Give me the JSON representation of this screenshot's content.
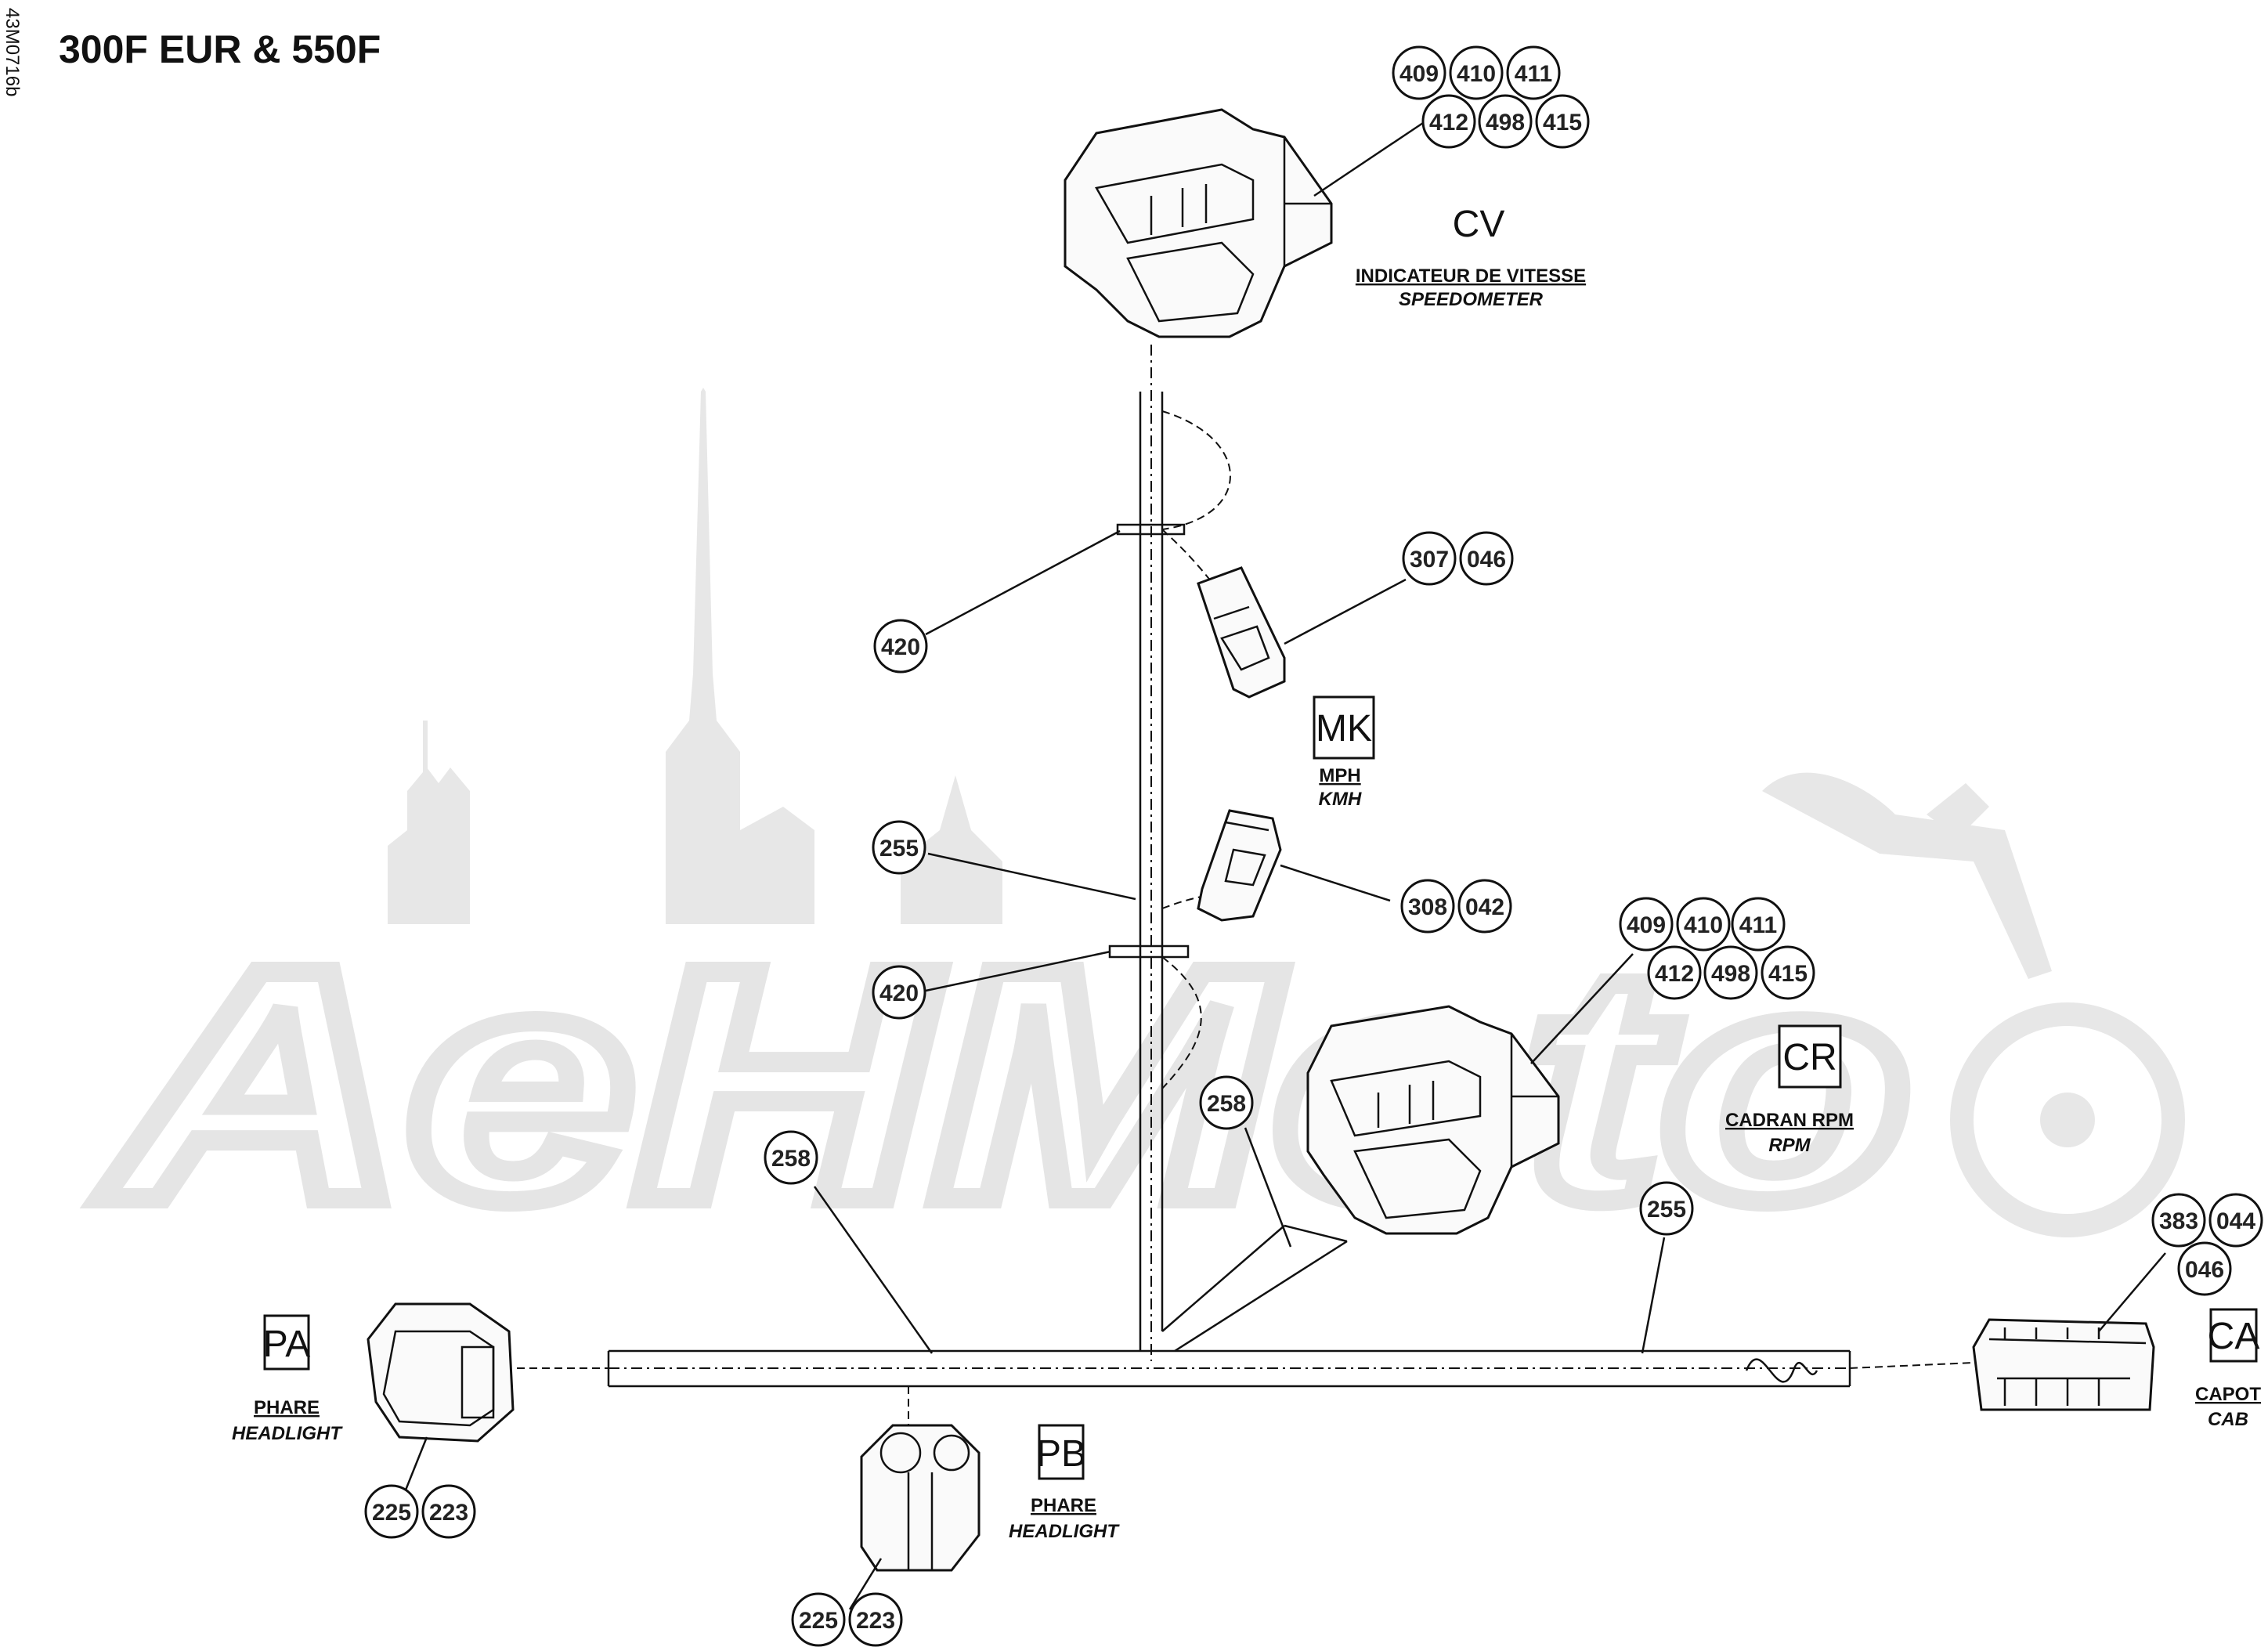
{
  "title": "300F EUR & 550F",
  "doc_id": "43M0716b",
  "watermark": "AeHMoto",
  "components": {
    "cv": {
      "code": "CV",
      "label_fr": "INDICATEUR DE VITESSE",
      "label_en": "SPEEDOMETER",
      "refs_row1": [
        "409",
        "410",
        "411"
      ],
      "refs_row2": [
        "412",
        "498",
        "415"
      ]
    },
    "mk": {
      "code": "MK",
      "label_fr": "MPH",
      "label_en": "KMH",
      "refs_a": [
        "307",
        "046"
      ],
      "refs_b": [
        "308",
        "042"
      ]
    },
    "cr": {
      "code": "CR",
      "label_fr": "CADRAN RPM",
      "label_en": "RPM",
      "refs_row1": [
        "409",
        "410",
        "411"
      ],
      "refs_row2": [
        "412",
        "498",
        "415"
      ]
    },
    "pa": {
      "code": "PA",
      "label_fr": "PHARE",
      "label_en": "HEADLIGHT",
      "refs": [
        "225",
        "223"
      ]
    },
    "pb": {
      "code": "PB",
      "label_fr": "PHARE",
      "label_en": "HEADLIGHT",
      "refs": [
        "225",
        "223"
      ]
    },
    "ca": {
      "code": "CA",
      "label_fr": "CAPOT",
      "label_en": "CAB",
      "refs_row1": [
        "383",
        "044"
      ],
      "refs_row2": [
        "046"
      ]
    }
  },
  "harness_refs": {
    "tie_upper": "420",
    "tie_lower": "420",
    "sleeve_vertical": "255",
    "sleeve_branch": "258",
    "sleeve_left": "258",
    "sleeve_right": "255"
  }
}
